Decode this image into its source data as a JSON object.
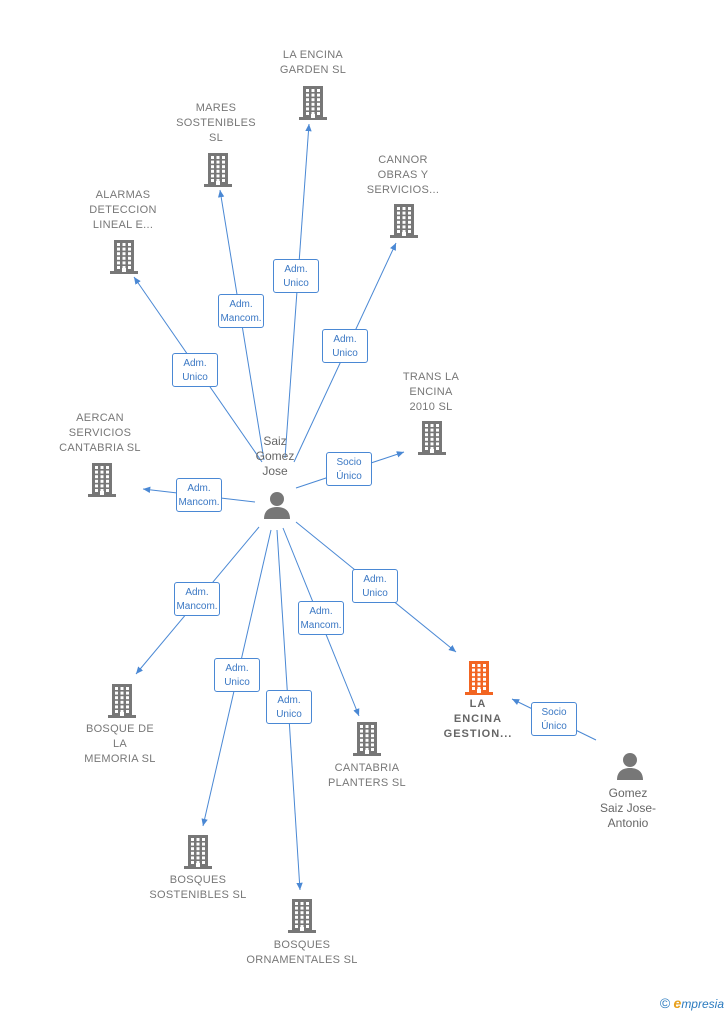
{
  "colors": {
    "edge": "#4a88d4",
    "company": "#777777",
    "focus_company": "#f26522",
    "person": "#777777"
  },
  "nodes": [
    {
      "id": "la-encina-garden",
      "kind": "company",
      "label": "LA ENCINA\nGARDEN  SL",
      "icon": "building-icon"
    },
    {
      "id": "mares-sostenibles",
      "kind": "company",
      "label": "MARES\nSOSTENIBLES\nSL",
      "icon": "building-icon"
    },
    {
      "id": "cannor-obras",
      "kind": "company",
      "label": "CANNOR\nOBRAS Y\nSERVICIOS...",
      "icon": "building-icon"
    },
    {
      "id": "alarmas-deteccion",
      "kind": "company",
      "label": "ALARMAS\nDETECCION\nLINEAL E...",
      "icon": "building-icon"
    },
    {
      "id": "trans-la-encina",
      "kind": "company",
      "label": "TRANS LA\nENCINA\n2010 SL",
      "icon": "building-icon"
    },
    {
      "id": "aercan-servicios",
      "kind": "company",
      "label": "AERCAN\nSERVICIOS\nCANTABRIA  SL",
      "icon": "building-icon"
    },
    {
      "id": "saiz-gomez-jose",
      "kind": "person",
      "label": "Saiz\nGomez\nJose",
      "icon": "person-icon"
    },
    {
      "id": "bosque-de-la-memoria",
      "kind": "company",
      "label": "BOSQUE DE\nLA\nMEMORIA SL",
      "icon": "building-icon"
    },
    {
      "id": "la-encina-gestion",
      "kind": "focus",
      "label": "LA\nENCINA\nGESTION...",
      "icon": "building-icon"
    },
    {
      "id": "cantabria-planters",
      "kind": "company",
      "label": "CANTABRIA\nPLANTERS  SL",
      "icon": "building-icon"
    },
    {
      "id": "gomez-saiz-jose-antonio",
      "kind": "person",
      "label": "Gomez\nSaiz Jose-\nAntonio",
      "icon": "person-icon"
    },
    {
      "id": "bosques-sostenibles",
      "kind": "company",
      "label": "BOSQUES\nSOSTENIBLES SL",
      "icon": "building-icon"
    },
    {
      "id": "bosques-ornamentales",
      "kind": "company",
      "label": "BOSQUES\nORNAMENTALES SL",
      "icon": "building-icon"
    }
  ],
  "edges": [
    {
      "from": "saiz-gomez-jose",
      "to": "la-encina-garden",
      "label": "Adm.\nUnico"
    },
    {
      "from": "saiz-gomez-jose",
      "to": "mares-sostenibles",
      "label": "Adm.\nMancom."
    },
    {
      "from": "saiz-gomez-jose",
      "to": "cannor-obras",
      "label": "Adm.\nUnico"
    },
    {
      "from": "saiz-gomez-jose",
      "to": "alarmas-deteccion",
      "label": "Adm.\nUnico"
    },
    {
      "from": "saiz-gomez-jose",
      "to": "trans-la-encina",
      "label": "Socio\nÚnico"
    },
    {
      "from": "saiz-gomez-jose",
      "to": "aercan-servicios",
      "label": "Adm.\nMancom."
    },
    {
      "from": "saiz-gomez-jose",
      "to": "bosque-de-la-memoria",
      "label": "Adm.\nMancom."
    },
    {
      "from": "saiz-gomez-jose",
      "to": "la-encina-gestion",
      "label": "Adm.\nUnico"
    },
    {
      "from": "saiz-gomez-jose",
      "to": "cantabria-planters",
      "label": "Adm.\nMancom."
    },
    {
      "from": "saiz-gomez-jose",
      "to": "bosques-sostenibles",
      "label": "Adm.\nUnico"
    },
    {
      "from": "saiz-gomez-jose",
      "to": "bosques-ornamentales",
      "label": "Adm.\nUnico"
    },
    {
      "from": "gomez-saiz-jose-antonio",
      "to": "la-encina-gestion",
      "label": "Socio\nÚnico"
    }
  ],
  "footer": {
    "copyright": "©",
    "brand_initial": "e",
    "brand_rest": "mpresia"
  }
}
